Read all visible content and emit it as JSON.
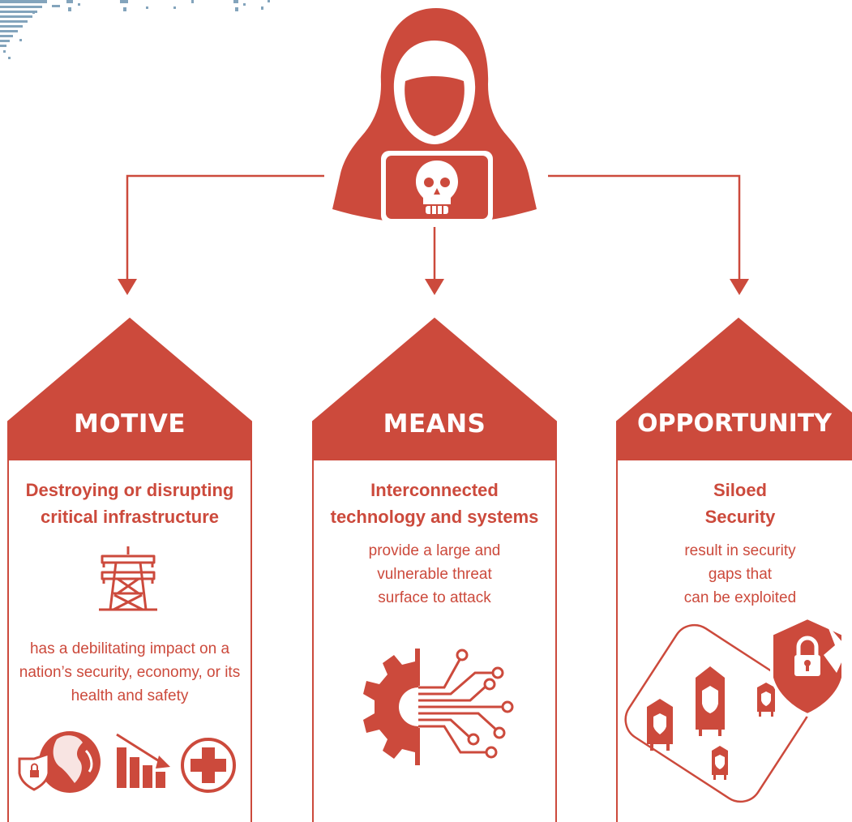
{
  "colors": {
    "accent": "#cc4a3c",
    "background": "#ffffff",
    "decor": "#5a86a6"
  },
  "columns": [
    {
      "heading": "MOTIVE",
      "subtitle_lines": [
        "Destroying or disrupting",
        "critical infrastructure"
      ],
      "body_lines": [
        "has a debilitating impact on a",
        "nation’s security, economy, or its",
        "health and safety"
      ],
      "icons": [
        "power-tower-icon",
        "globe-shield-icon",
        "declining-chart-icon",
        "medical-cross-icon"
      ]
    },
    {
      "heading": "MEANS",
      "subtitle_lines": [
        "Interconnected",
        "technology and systems"
      ],
      "body_lines": [
        "provide a large and",
        "vulnerable threat",
        "surface to attack"
      ],
      "icons": [
        "gear-circuit-icon"
      ]
    },
    {
      "heading": "OPPORTUNITY",
      "subtitle_lines": [
        "Siloed",
        "Security"
      ],
      "body_lines": [
        "result in security",
        "gaps that",
        "can be exploited"
      ],
      "icons": [
        "broken-shield-lock-icon",
        "locked-silos-icon"
      ]
    }
  ],
  "hero": {
    "icon": "hooded-hacker-icon",
    "screen_icon": "skull-icon"
  }
}
